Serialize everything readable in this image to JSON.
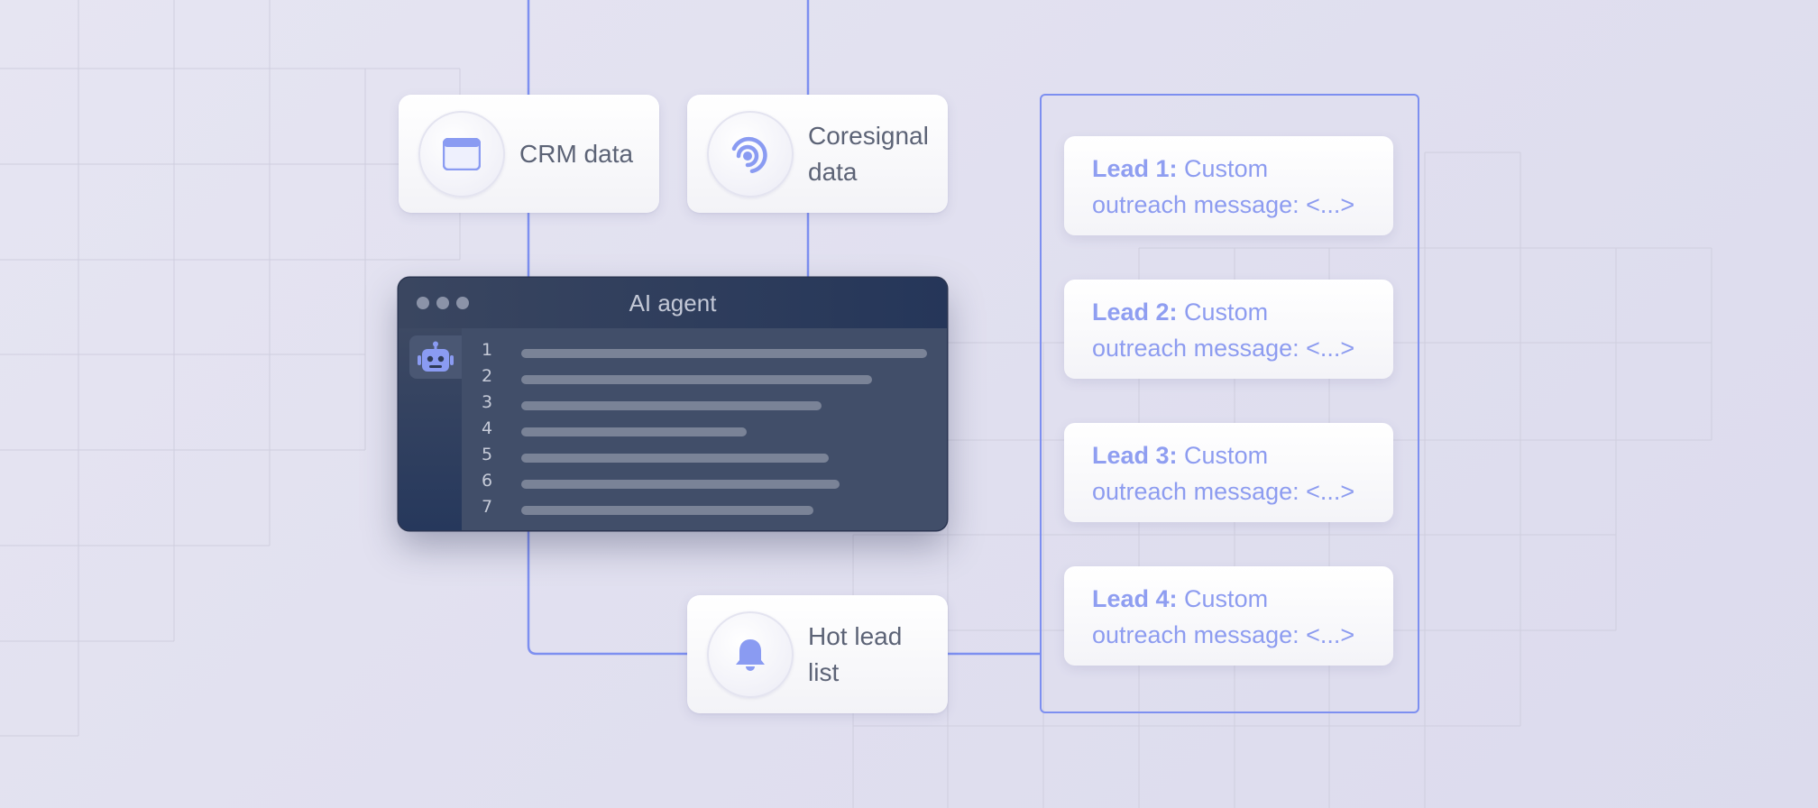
{
  "colors": {
    "connector": "#7d8ff0",
    "accent_icon": "#8a9bf2",
    "agent_bg": "#414e69",
    "agent_title_bar": "#253659"
  },
  "sources": [
    {
      "label": "CRM data",
      "icon": "browser-window-icon"
    },
    {
      "label": "Coresignal data",
      "icon": "target-signal-icon"
    }
  ],
  "agent": {
    "title": "AI agent",
    "icon": "robot-icon",
    "line_numbers": [
      "1",
      "2",
      "3",
      "4",
      "5",
      "6",
      "7"
    ]
  },
  "output": {
    "label": "Hot lead list",
    "icon": "bell-icon"
  },
  "leads": [
    {
      "name": "Lead 1:",
      "message": "Custom outreach message: <...>"
    },
    {
      "name": "Lead 2:",
      "message": "Custom outreach message: <...>"
    },
    {
      "name": "Lead 3:",
      "message": "Custom outreach message: <...>"
    },
    {
      "name": "Lead 4:",
      "message": "Custom outreach message: <...>"
    }
  ]
}
